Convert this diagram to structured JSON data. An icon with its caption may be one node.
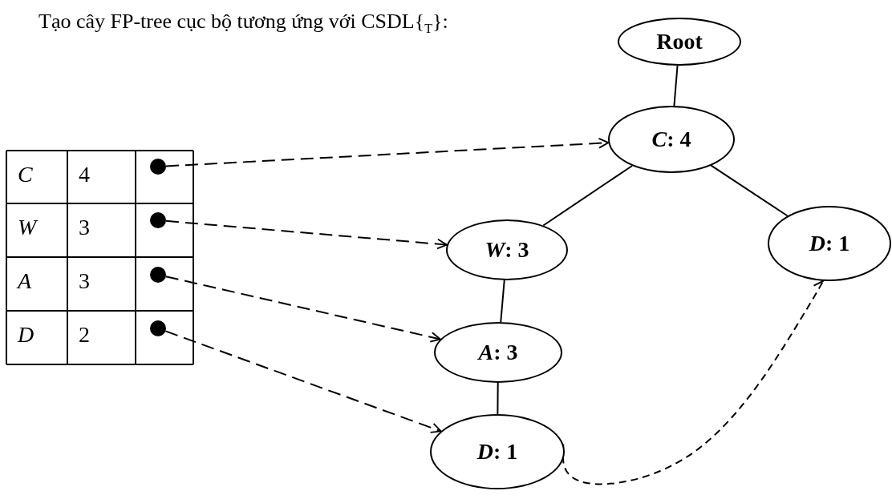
{
  "diagram": {
    "title": "Tạo cây FP-tree cục bộ tương ứng với CSDL{$_{T}$}:",
    "nodes": [
      {
        "text": [
          "Root"
        ]
      },
      {
        "text": [
          "*C*: 4"
        ]
      },
      {
        "text": [
          "*W*: 3"
        ]
      },
      {
        "text": [
          "*D*: 1"
        ]
      },
      {
        "text": [
          "*A*: 3"
        ]
      },
      {
        "text": [
          "*D*: 1"
        ]
      },
      {
        "text": [],
        "shape": "circle"
      },
      {
        "text": [],
        "shape": "circle"
      },
      {
        "text": [],
        "shape": "circle"
      },
      {
        "text": [],
        "shape": "circle"
      }
    ],
    "edges": [
      {
        "from": 0,
        "to": 1,
        "arrow": "none"
      },
      {
        "from": 1,
        "to": 2,
        "arrow": "none"
      },
      {
        "from": 1,
        "to": 3,
        "arrow": "none"
      },
      {
        "from": 2,
        "to": 4,
        "arrow": "none"
      },
      {
        "from": 4,
        "to": 5,
        "arrow": "none"
      },
      {
        "from": 6,
        "to": 1,
        "arrow": "to",
        "style": "dashed"
      },
      {
        "from": 7,
        "to": 2,
        "arrow": "to",
        "style": "dashed"
      },
      {
        "from": 8,
        "to": 4,
        "arrow": "to",
        "style": "dashed"
      },
      {
        "from": 9,
        "to": 5,
        "arrow": "to",
        "style": "dashed"
      },
      {
        "from": 5,
        "to": 3,
        "arrow": "to",
        "style": "dashed"
      }
    ],
    "labels": [
      "C",
      "4",
      "W",
      "3",
      "A",
      "3",
      "D",
      "2"
    ]
  }
}
